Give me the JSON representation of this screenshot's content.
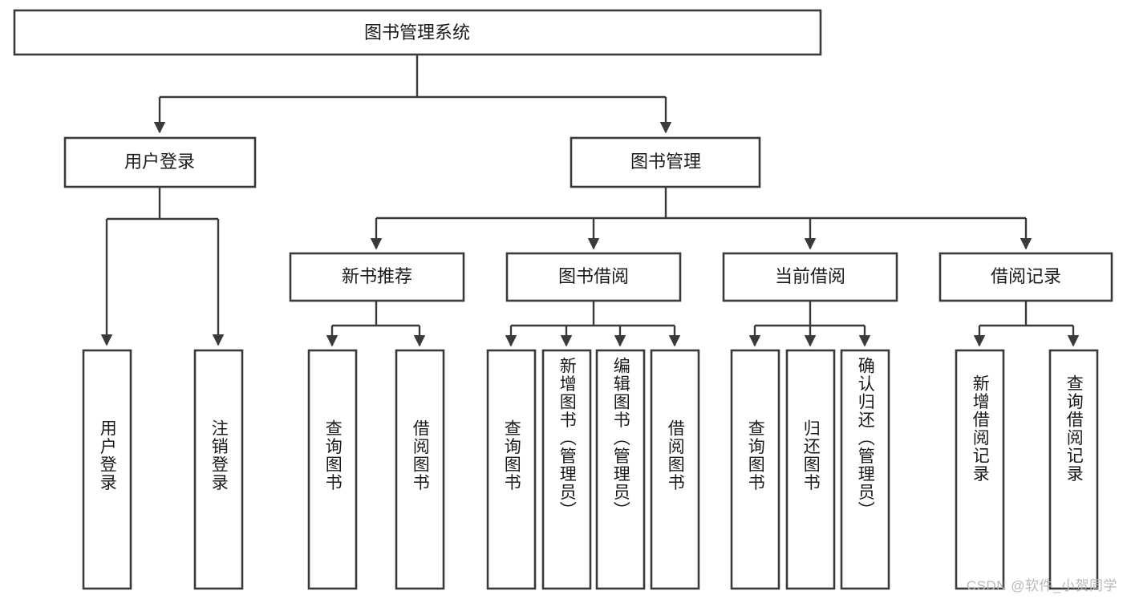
{
  "diagram": {
    "type": "tree-hierarchy",
    "title": "图书管理系统",
    "root": {
      "id": "root",
      "label": "图书管理系统",
      "orientation": "horizontal"
    },
    "level2": [
      {
        "id": "user-login",
        "label": "用户登录",
        "orientation": "horizontal"
      },
      {
        "id": "book-manage",
        "label": "图书管理",
        "orientation": "horizontal"
      }
    ],
    "level3": [
      {
        "id": "new-book-recommend",
        "label": "新书推荐",
        "orientation": "horizontal",
        "parent": "book-manage"
      },
      {
        "id": "book-borrow",
        "label": "图书借阅",
        "orientation": "horizontal",
        "parent": "book-manage"
      },
      {
        "id": "current-borrow",
        "label": "当前借阅",
        "orientation": "horizontal",
        "parent": "book-manage"
      },
      {
        "id": "borrow-record",
        "label": "借阅记录",
        "orientation": "horizontal",
        "parent": "book-manage"
      }
    ],
    "leaves": [
      {
        "id": "leaf-user-login",
        "label": "用户登录",
        "parent": "user-login",
        "orientation": "vertical"
      },
      {
        "id": "leaf-logout",
        "label": "注销登录",
        "parent": "user-login",
        "orientation": "vertical"
      },
      {
        "id": "leaf-query-book-1",
        "label": "查询图书",
        "parent": "new-book-recommend",
        "orientation": "vertical"
      },
      {
        "id": "leaf-borrow-book-1",
        "label": "借阅图书",
        "parent": "new-book-recommend",
        "orientation": "vertical"
      },
      {
        "id": "leaf-query-book-2",
        "label": "查询图书",
        "parent": "book-borrow",
        "orientation": "vertical"
      },
      {
        "id": "leaf-add-book",
        "label": "新增图书（管理员）",
        "parent": "book-borrow",
        "orientation": "vertical"
      },
      {
        "id": "leaf-edit-book",
        "label": "编辑图书（管理员）",
        "parent": "book-borrow",
        "orientation": "vertical"
      },
      {
        "id": "leaf-borrow-book-2",
        "label": "借阅图书",
        "parent": "book-borrow",
        "orientation": "vertical"
      },
      {
        "id": "leaf-query-book-3",
        "label": "查询图书",
        "parent": "current-borrow",
        "orientation": "vertical"
      },
      {
        "id": "leaf-return-book",
        "label": "归还图书",
        "parent": "current-borrow",
        "orientation": "vertical"
      },
      {
        "id": "leaf-confirm-return",
        "label": "确认归还（管理员）",
        "parent": "current-borrow",
        "orientation": "vertical"
      },
      {
        "id": "leaf-add-record",
        "label": "新增借阅记录",
        "parent": "borrow-record",
        "orientation": "vertical"
      },
      {
        "id": "leaf-query-record",
        "label": "查询借阅记录",
        "parent": "borrow-record",
        "orientation": "vertical"
      }
    ]
  },
  "watermark": {
    "text": "CSDN @软件_小贺同学"
  },
  "colors": {
    "box_stroke": "#3a3a3a",
    "box_fill": "#ffffff",
    "text": "#1a1a1a",
    "connector": "#3a3a3a",
    "watermark": "#b9b9b9",
    "background": "#ffffff"
  }
}
